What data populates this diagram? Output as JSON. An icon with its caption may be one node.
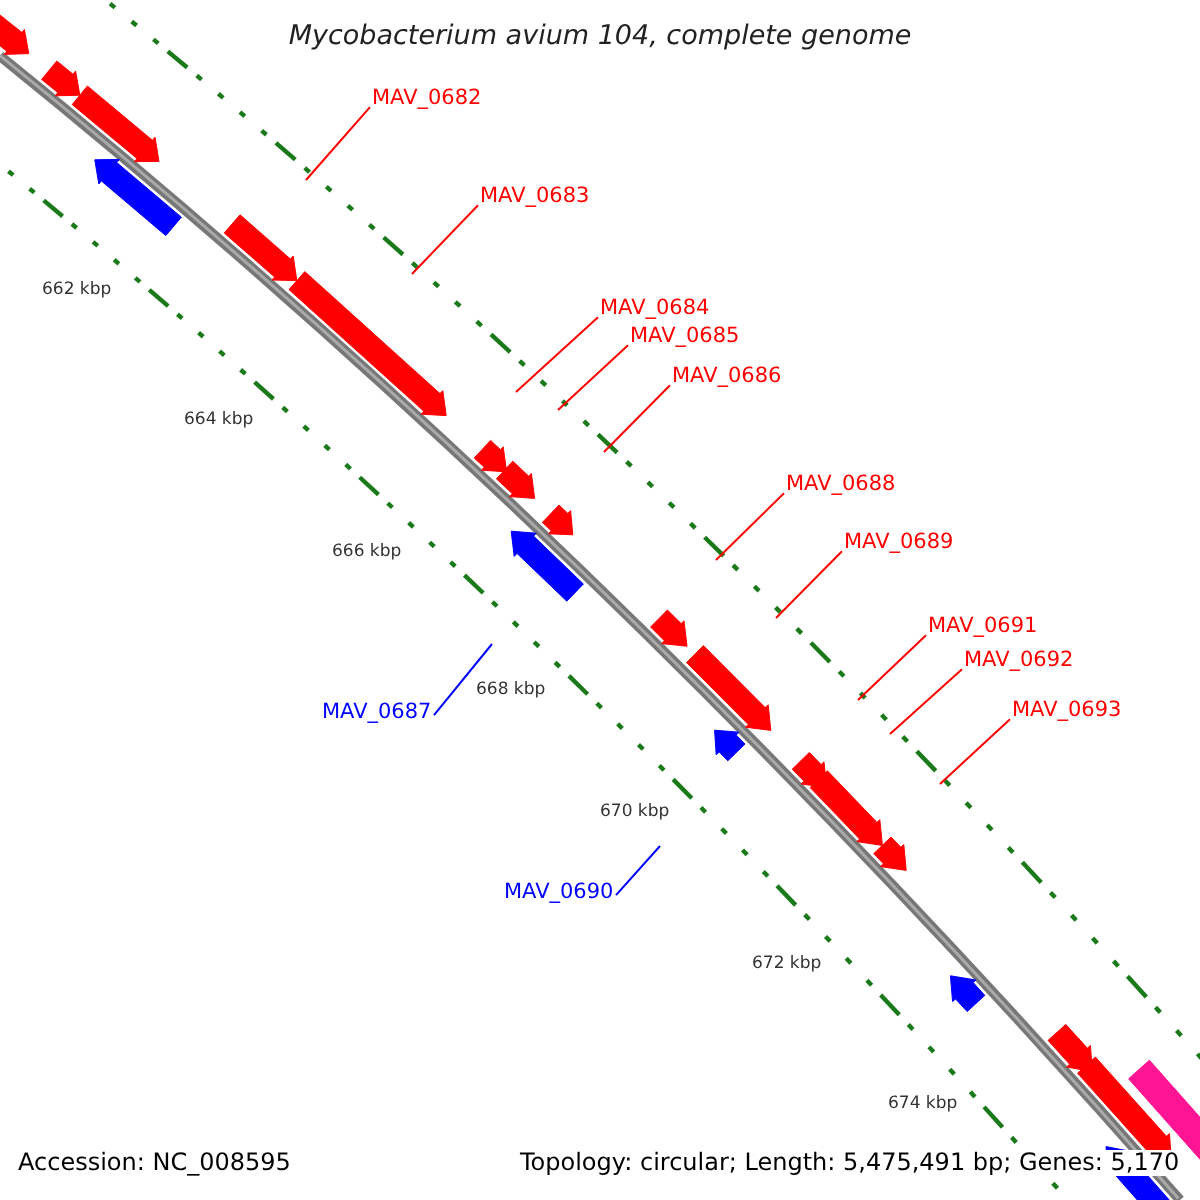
{
  "diagram": {
    "title": "Mycobacterium avium 104, complete genome",
    "nodes": [
      {
        "text": [
          "MAV_0682"
        ]
      },
      {
        "text": [
          "MAV_0683"
        ]
      },
      {
        "text": [
          "MAV_0684"
        ]
      },
      {
        "text": [
          "MAV_0685"
        ]
      },
      {
        "text": [
          "MAV_0686"
        ]
      },
      {
        "text": [
          "MAV_0687"
        ]
      },
      {
        "text": [
          "MAV_0688"
        ]
      },
      {
        "text": [
          "MAV_0689"
        ]
      },
      {
        "text": [
          "MAV_0690"
        ]
      },
      {
        "text": [
          "MAV_0691"
        ]
      },
      {
        "text": [
          "MAV_0692"
        ]
      },
      {
        "text": [
          "MAV_0693"
        ]
      }
    ],
    "edges": [
      {
        "from": 0,
        "to": null,
        "arrow": "none"
      },
      {
        "from": 1,
        "to": null,
        "arrow": "none"
      },
      {
        "from": 2,
        "to": null,
        "arrow": "none"
      },
      {
        "from": 3,
        "to": null,
        "arrow": "none"
      },
      {
        "from": 4,
        "to": null,
        "arrow": "none"
      },
      {
        "from": 5,
        "to": null,
        "arrow": "none",
        "color": "#0000ff"
      },
      {
        "from": 6,
        "to": null,
        "arrow": "none"
      },
      {
        "from": 7,
        "to": null,
        "arrow": "none"
      },
      {
        "from": 8,
        "to": null,
        "arrow": "none",
        "color": "#0000ff"
      },
      {
        "from": 9,
        "to": null,
        "arrow": "none"
      },
      {
        "from": 10,
        "to": null,
        "arrow": "none"
      },
      {
        "from": 11,
        "to": null,
        "arrow": "none"
      }
    ],
    "labels": [
      "662 kbp",
      "664 kbp",
      "666 kbp",
      "668 kbp",
      "670 kbp",
      "672 kbp",
      "674 kbp",
      "Accession: NC_008595",
      "Topology: circular; Length: 5,475,491 bp; Genes: 5,170"
    ]
  }
}
